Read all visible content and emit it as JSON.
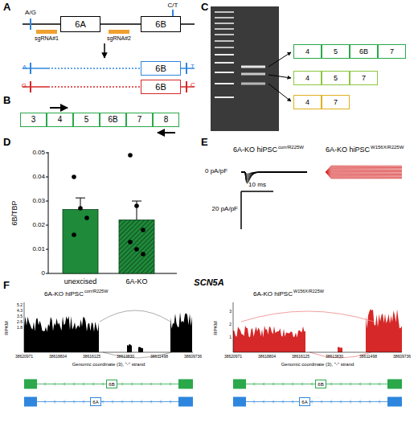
{
  "diagram": {
    "nodes": [
      {
        "text": [
          "6A"
        ]
      },
      {
        "text": [
          "6B"
        ]
      },
      {
        "text": [
          "6B"
        ]
      },
      {
        "text": [
          "6B"
        ]
      },
      {
        "text": [
          "3"
        ]
      },
      {
        "text": [
          "4"
        ]
      },
      {
        "text": [
          "5"
        ]
      },
      {
        "text": [
          "6B"
        ]
      },
      {
        "text": [
          "7"
        ]
      },
      {
        "text": [
          "8"
        ]
      },
      {
        "text": [
          "4"
        ]
      },
      {
        "text": [
          "5"
        ]
      },
      {
        "text": [
          "6B"
        ]
      },
      {
        "text": [
          "7"
        ]
      },
      {
        "text": [
          "4"
        ]
      },
      {
        "text": [
          "5"
        ]
      },
      {
        "text": [
          "7"
        ]
      },
      {
        "text": [
          "4"
        ]
      },
      {
        "text": [
          "7"
        ]
      },
      {
        "text": [
          "6B"
        ]
      },
      {
        "text": [
          "6A"
        ]
      },
      {
        "text": [
          "6B"
        ]
      },
      {
        "text": [
          "6A"
        ]
      }
    ],
    "edges": [
      {
        "from": 0,
        "to": 1,
        "arrow": "none"
      }
    ],
    "labels": [
      "A",
      "A/G",
      "C/T",
      "sgRNA#1",
      "sgRNA#2",
      "A",
      "T",
      "G",
      "C",
      "B",
      "C",
      "D",
      "6B/TBP",
      "0.05",
      "0.04",
      "0.03",
      "0.02",
      "0.01",
      "0",
      "unexcised",
      "6A-KO",
      "E",
      "6A-KO hiPSC",
      "corr/R225W",
      "6A-KO hiPSC",
      "W156X/R225W",
      "0 pA/pF",
      "10 ms",
      "20 pA/pF",
      "F",
      "SCN5A",
      "6A-KO hiPSC",
      "corr/R225W",
      "RPKM",
      "5.2",
      "4.3",
      "3.5",
      "2.6",
      "1.8",
      "38620971",
      "38618804",
      "38616125",
      "38613830",
      "38611498",
      "38609736",
      "Genomic coordinate (3), \"-\" strand",
      "6A-KO hiPSC",
      "W156X/R225W",
      "RPKM",
      "3",
      "2",
      "1",
      "38620971",
      "38618804",
      "38616125",
      "38613830",
      "38611498",
      "38609736",
      "Genomic coordinate (3), \"-\" strand"
    ]
  }
}
